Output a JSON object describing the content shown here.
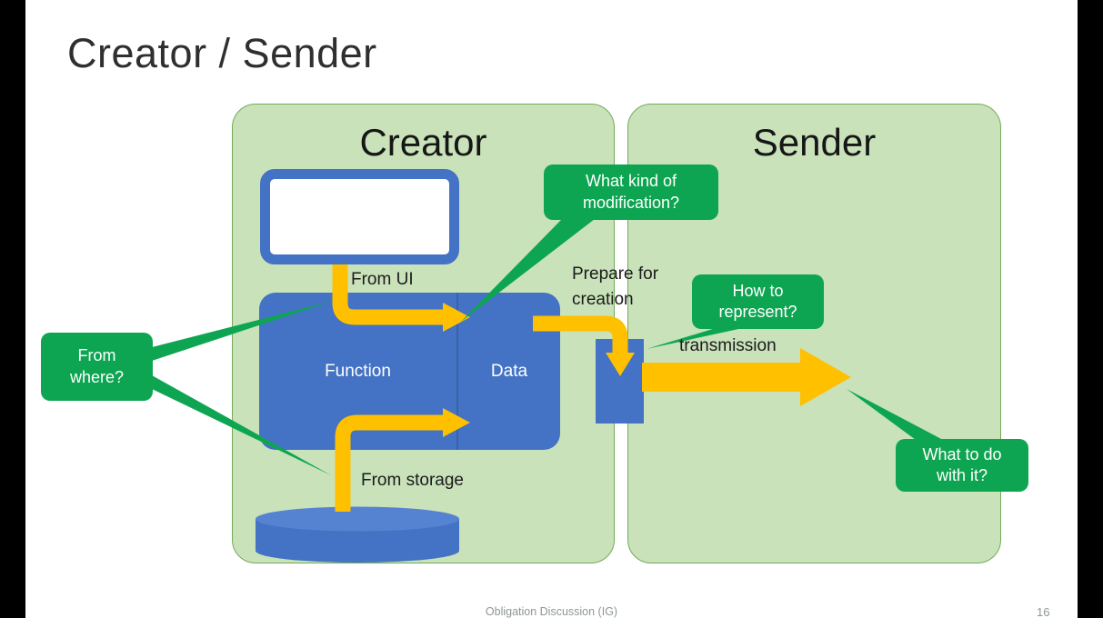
{
  "slide": {
    "title": "Creator / Sender",
    "footer": "Obligation Discussion (IG)",
    "page_number": "16"
  },
  "panels": {
    "creator": {
      "label": "Creator"
    },
    "sender": {
      "label": "Sender"
    }
  },
  "shapes": {
    "function_label": "Function",
    "data_label": "Data"
  },
  "labels": {
    "from_ui": "From UI",
    "from_storage": "From storage",
    "prepare": "Prepare for\ncreation",
    "transmission": "transmission"
  },
  "callouts": {
    "from_where": "From\nwhere?",
    "modification": "What kind of\nmodification?",
    "represent": "How to\nrepresent?",
    "what_to_do": "What to do\nwith it?"
  },
  "colors": {
    "panel_fill": "#c9e2ba",
    "panel_border": "#72ab58",
    "blue": "#4472c4",
    "blue_light": "#5683d1",
    "blue_dark": "#3a62a8",
    "yellow": "#ffc000",
    "callout_green": "#0ea552",
    "text_dark": "#1b1b1b",
    "footer_gray": "#8f9696"
  }
}
